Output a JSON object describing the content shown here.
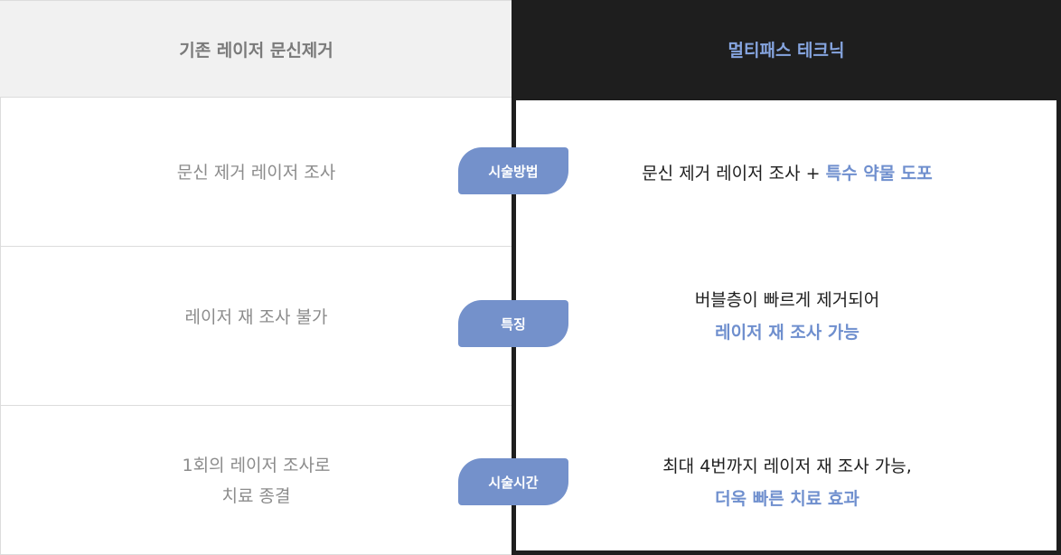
{
  "header": {
    "left_title": "기존 레이저 문신제거",
    "right_title": "멀티패스 테크닉"
  },
  "rows": [
    {
      "label": "시술방법",
      "left_lines": [
        "문신 제거 레이저 조사"
      ],
      "right_plain": "문신 제거 레이저 조사 + ",
      "right_highlight": "특수 약물 도포"
    },
    {
      "label": "특징",
      "left_lines": [
        "레이저 재 조사 불가"
      ],
      "right_line1": "버블층이 빠르게 제거되어",
      "right_highlight": "레이저 재 조사 가능"
    },
    {
      "label": "시술시간",
      "left_lines": [
        "1회의 레이저 조사로",
        "치료 종결"
      ],
      "right_line1": "최대 4번까지 레이저 재 조사 가능,",
      "right_highlight": "더욱 빠른 치료 효과"
    }
  ],
  "colors": {
    "dark": "#1e1e1e",
    "accent_blue": "#6f8fce",
    "pill_blue": "#7491cb",
    "header_gray": "#f1f1f1"
  }
}
